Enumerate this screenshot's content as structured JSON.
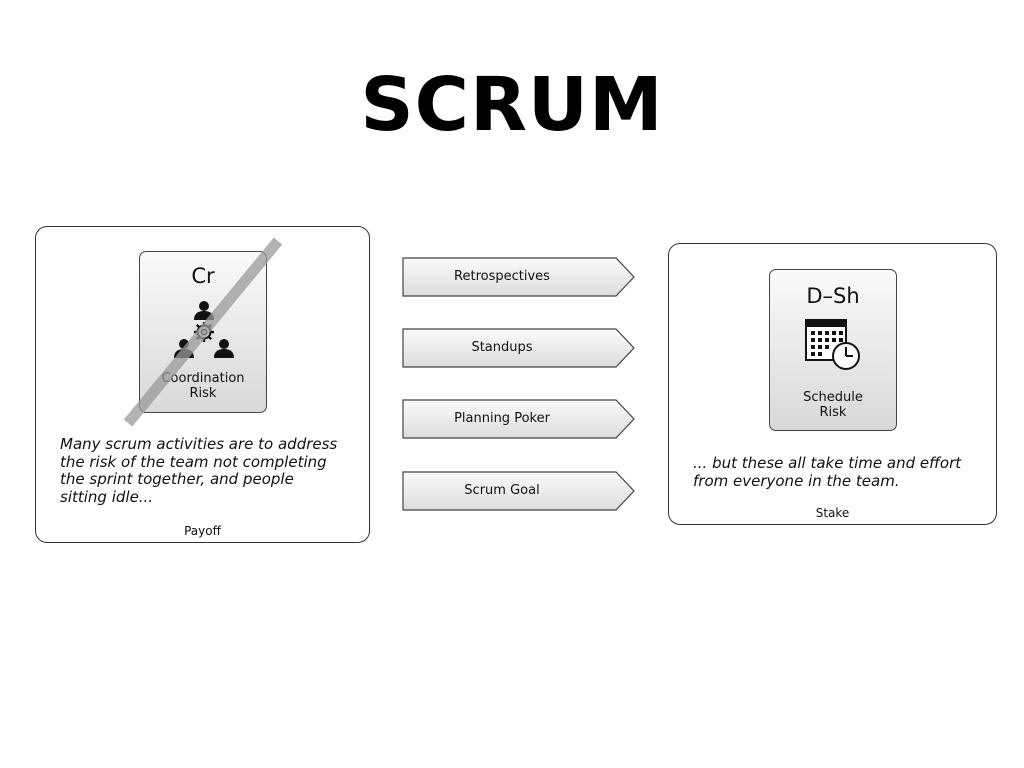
{
  "title": "SCRUM",
  "payoff": {
    "caption": "Payoff",
    "risk_card": {
      "code": "Cr",
      "label_line1": "Coordination",
      "label_line2": "Risk",
      "icon": "team-coordination-icon",
      "crossed_out": true
    },
    "text_lines": [
      "Many scrum activities are to address",
      "the risk of the team not completing",
      "the sprint together, and people",
      "sitting idle..."
    ]
  },
  "actions": [
    {
      "label": "Retrospectives"
    },
    {
      "label": "Standups"
    },
    {
      "label": "Planning Poker"
    },
    {
      "label": "Scrum Goal"
    }
  ],
  "stake": {
    "caption": "Stake",
    "risk_card": {
      "code": "D–Sh",
      "label_line1": "Schedule",
      "label_line2": "Risk",
      "icon": "calendar-clock-icon"
    },
    "text_lines": [
      "... but these all take time and effort",
      "from everyone in the team."
    ]
  }
}
